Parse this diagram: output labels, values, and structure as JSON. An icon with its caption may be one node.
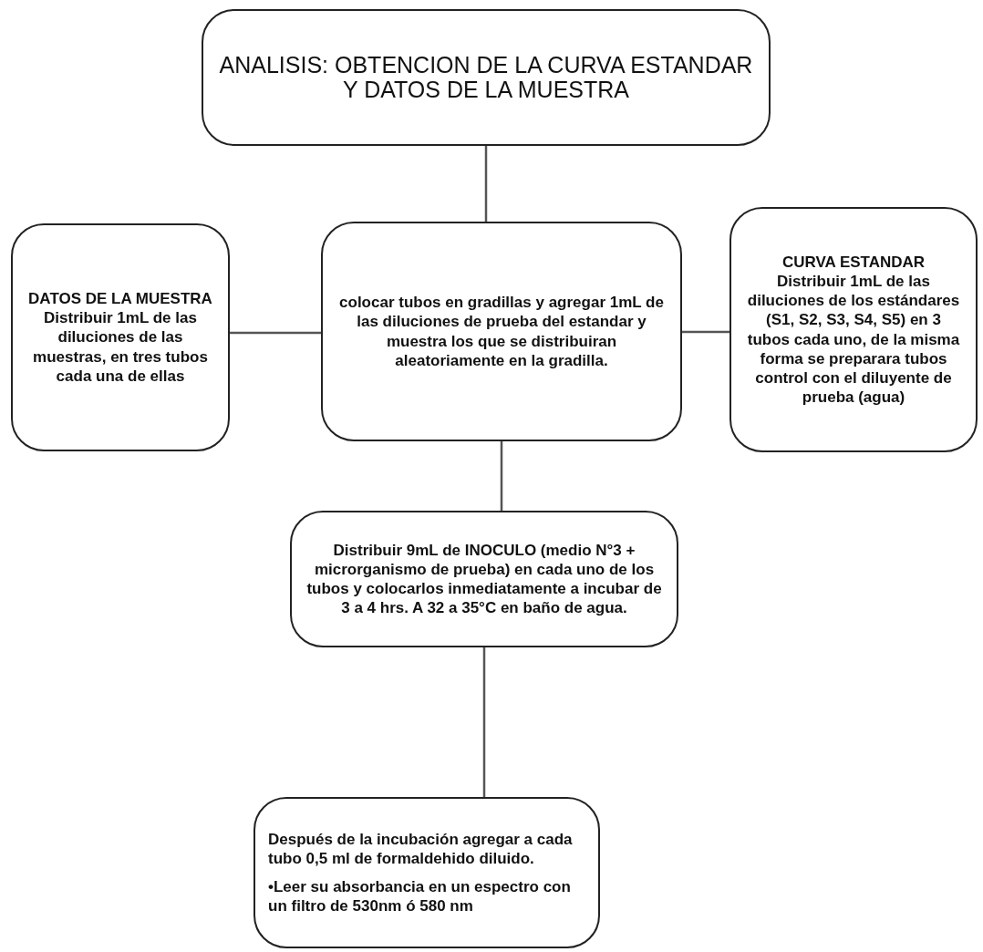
{
  "diagram": {
    "nodes": [
      {
        "text": [
          "ANALISIS:  OBTENCION DE LA CURVA ESTANDAR Y DATOS DE LA MUESTRA"
        ]
      },
      {
        "text": [
          "DATOS DE LA MUESTRA",
          "Distribuir 1mL de las diluciones de las muestras, en tres tubos cada una de ellas"
        ]
      },
      {
        "text": [
          "colocar tubos en gradillas y agregar 1mL de las diluciones de prueba del estandar y muestra los que se distribuiran aleatoriamente en la gradilla."
        ]
      },
      {
        "text": [
          "CURVA ESTANDAR",
          "Distribuir 1mL de las diluciones de los estándares (S1, S2, S3, S4, S5) en 3 tubos cada uno, de la misma forma se preparara tubos control con el diluyente de prueba (agua)"
        ]
      },
      {
        "text": [
          "Distribuir  9mL de INOCULO (medio N°3 + microrganismo de prueba) en cada uno de los tubos y colocarlos inmediatamente a incubar de 3 a 4 hrs. A 32 a 35°C en baño de agua."
        ]
      },
      {
        "text": [
          "Después de la incubación agregar a cada tubo 0,5 ml de formaldehido diluido.",
          "•Leer su absorbancia en un espectro con un filtro de 530nm ó 580 nm"
        ]
      }
    ],
    "edges": [
      {
        "from": 0,
        "to": 2,
        "arrow": "none"
      },
      {
        "from": 1,
        "to": 2,
        "arrow": "none"
      },
      {
        "from": 2,
        "to": 3,
        "arrow": "none"
      },
      {
        "from": 2,
        "to": 4,
        "arrow": "none"
      },
      {
        "from": 4,
        "to": 5,
        "arrow": "none"
      }
    ]
  }
}
